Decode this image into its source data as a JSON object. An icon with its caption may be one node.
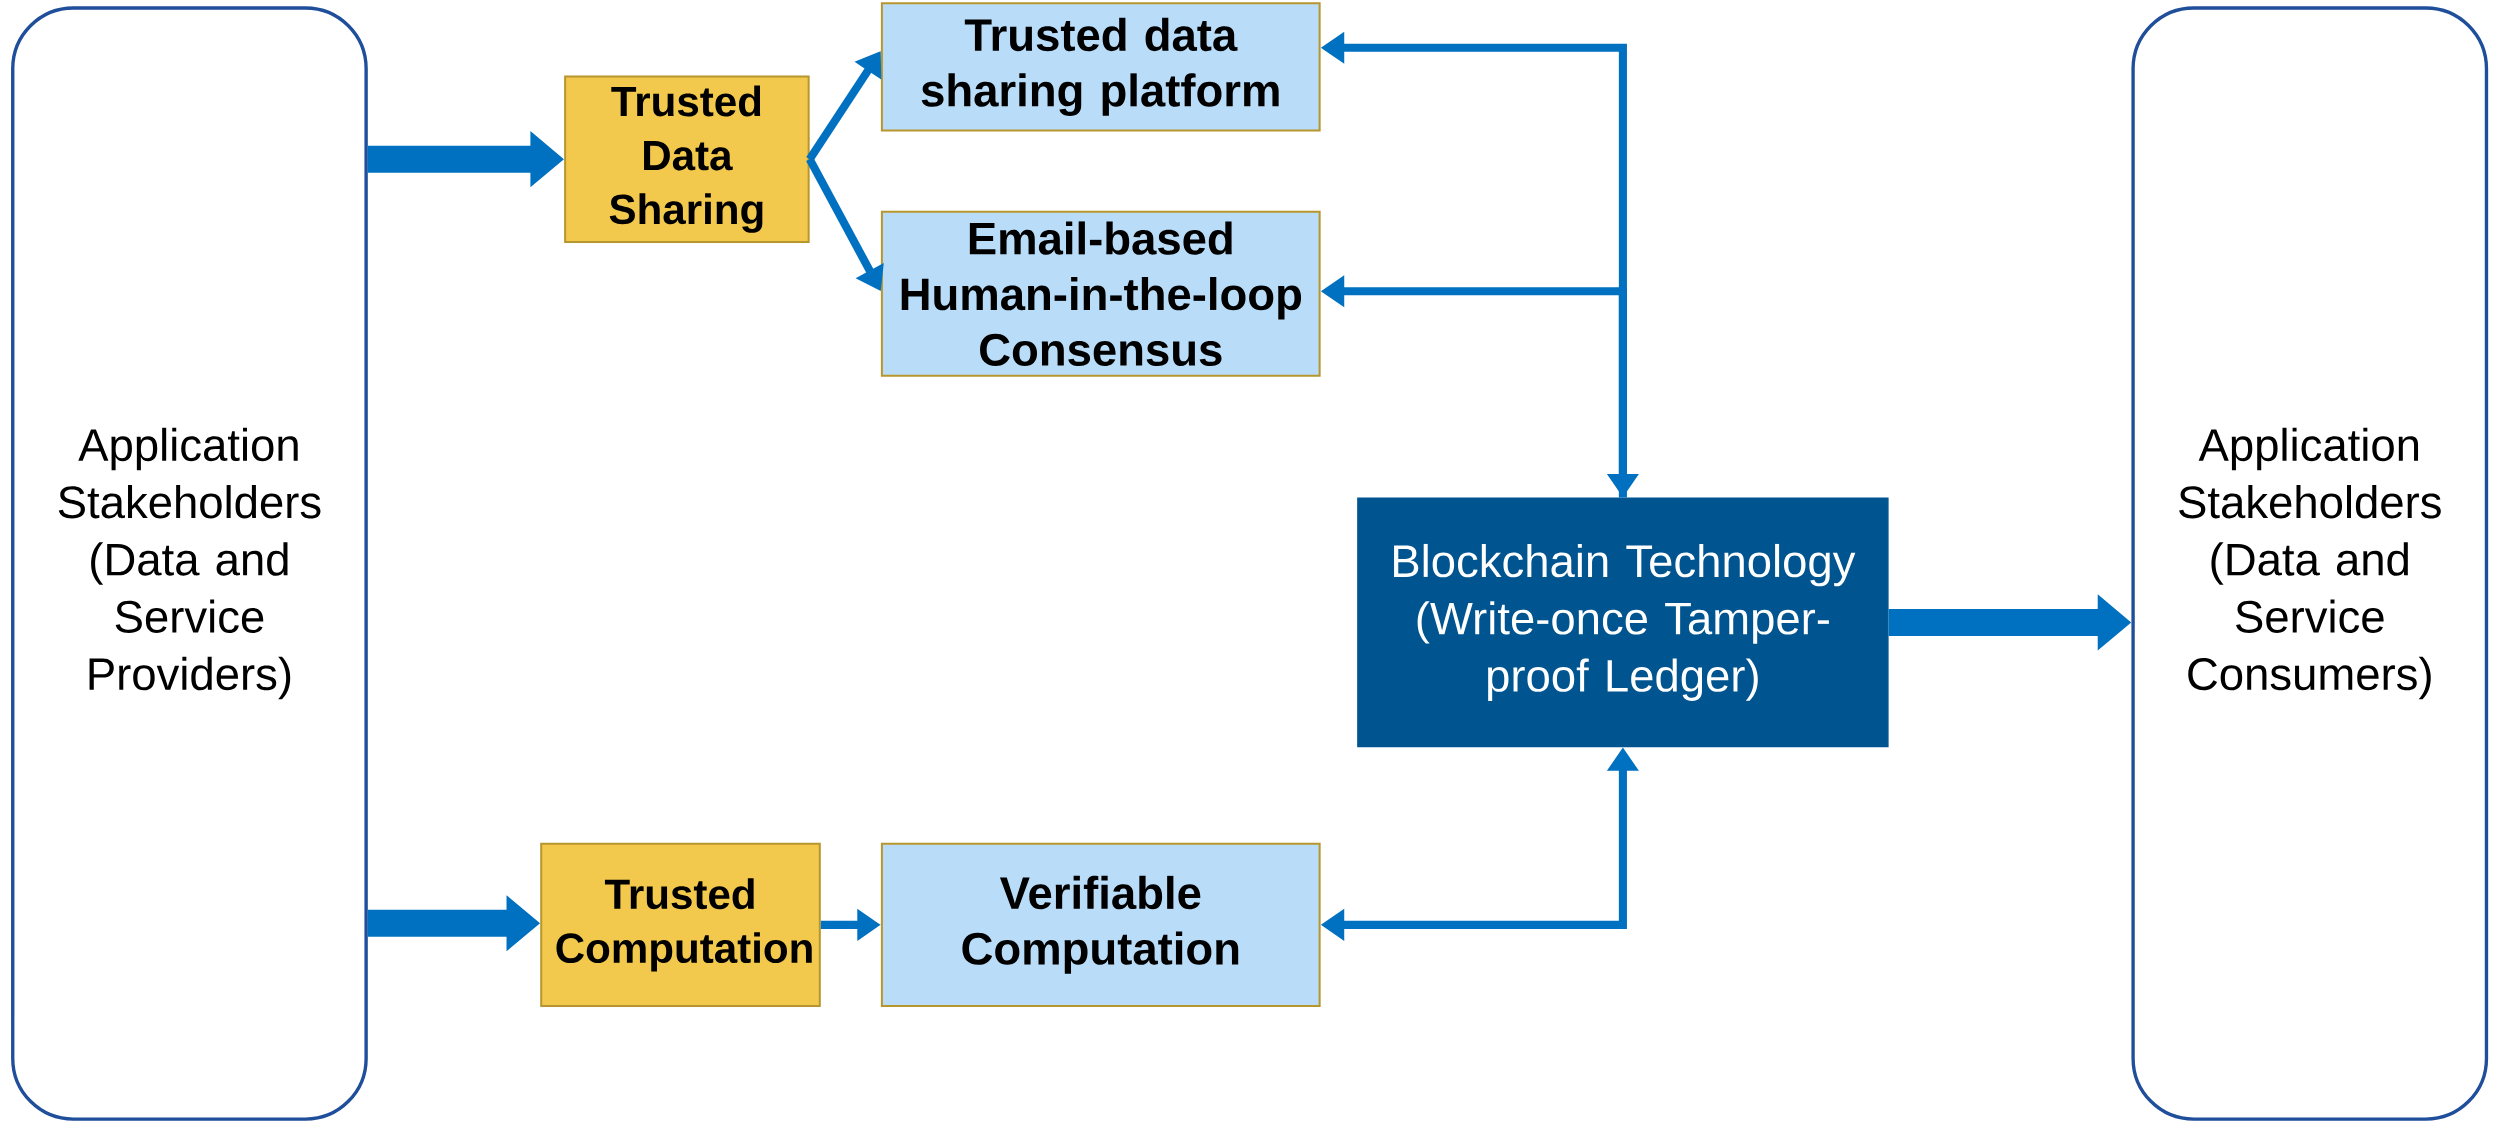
{
  "diagram": {
    "nodes": [
      {
        "text": [
          "Application Stakeholders (Data and Service Providers)"
        ]
      },
      {
        "text": [
          "Trusted Data Sharing"
        ]
      },
      {
        "text": [
          "Trusted data sharing platform"
        ]
      },
      {
        "text": [
          "Email-based Human-in-the-loop Consensus"
        ]
      },
      {
        "text": [
          "Blockchain Technology (Write-once Tamper-proof Ledger)"
        ]
      },
      {
        "text": [
          "Trusted Computation"
        ]
      },
      {
        "text": [
          "Verifiable Computation"
        ]
      },
      {
        "text": [
          "Application Stakeholders (Data and Service Consumers)"
        ]
      }
    ],
    "edges": [
      {
        "from": 0,
        "to": 1,
        "arrow": "to",
        "style": "thick"
      },
      {
        "from": 1,
        "to": 2,
        "arrow": "to"
      },
      {
        "from": 1,
        "to": 3,
        "arrow": "to"
      },
      {
        "from": 4,
        "to": 2,
        "arrow": "both"
      },
      {
        "from": 4,
        "to": 3,
        "arrow": "to"
      },
      {
        "from": 0,
        "to": 5,
        "arrow": "to",
        "style": "thick"
      },
      {
        "from": 5,
        "to": 6,
        "arrow": "to"
      },
      {
        "from": 6,
        "to": 4,
        "arrow": "both"
      },
      {
        "from": 4,
        "to": 7,
        "arrow": "to",
        "style": "thick"
      }
    ]
  }
}
